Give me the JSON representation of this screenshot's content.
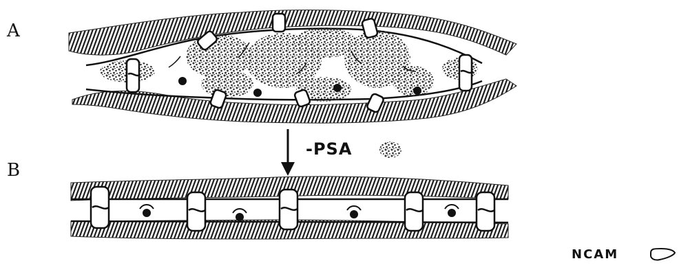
{
  "figure": {
    "panel_a_label": "A",
    "panel_b_label": "B",
    "psa_label": "-PSA",
    "ncam_label": "NCAM"
  }
}
